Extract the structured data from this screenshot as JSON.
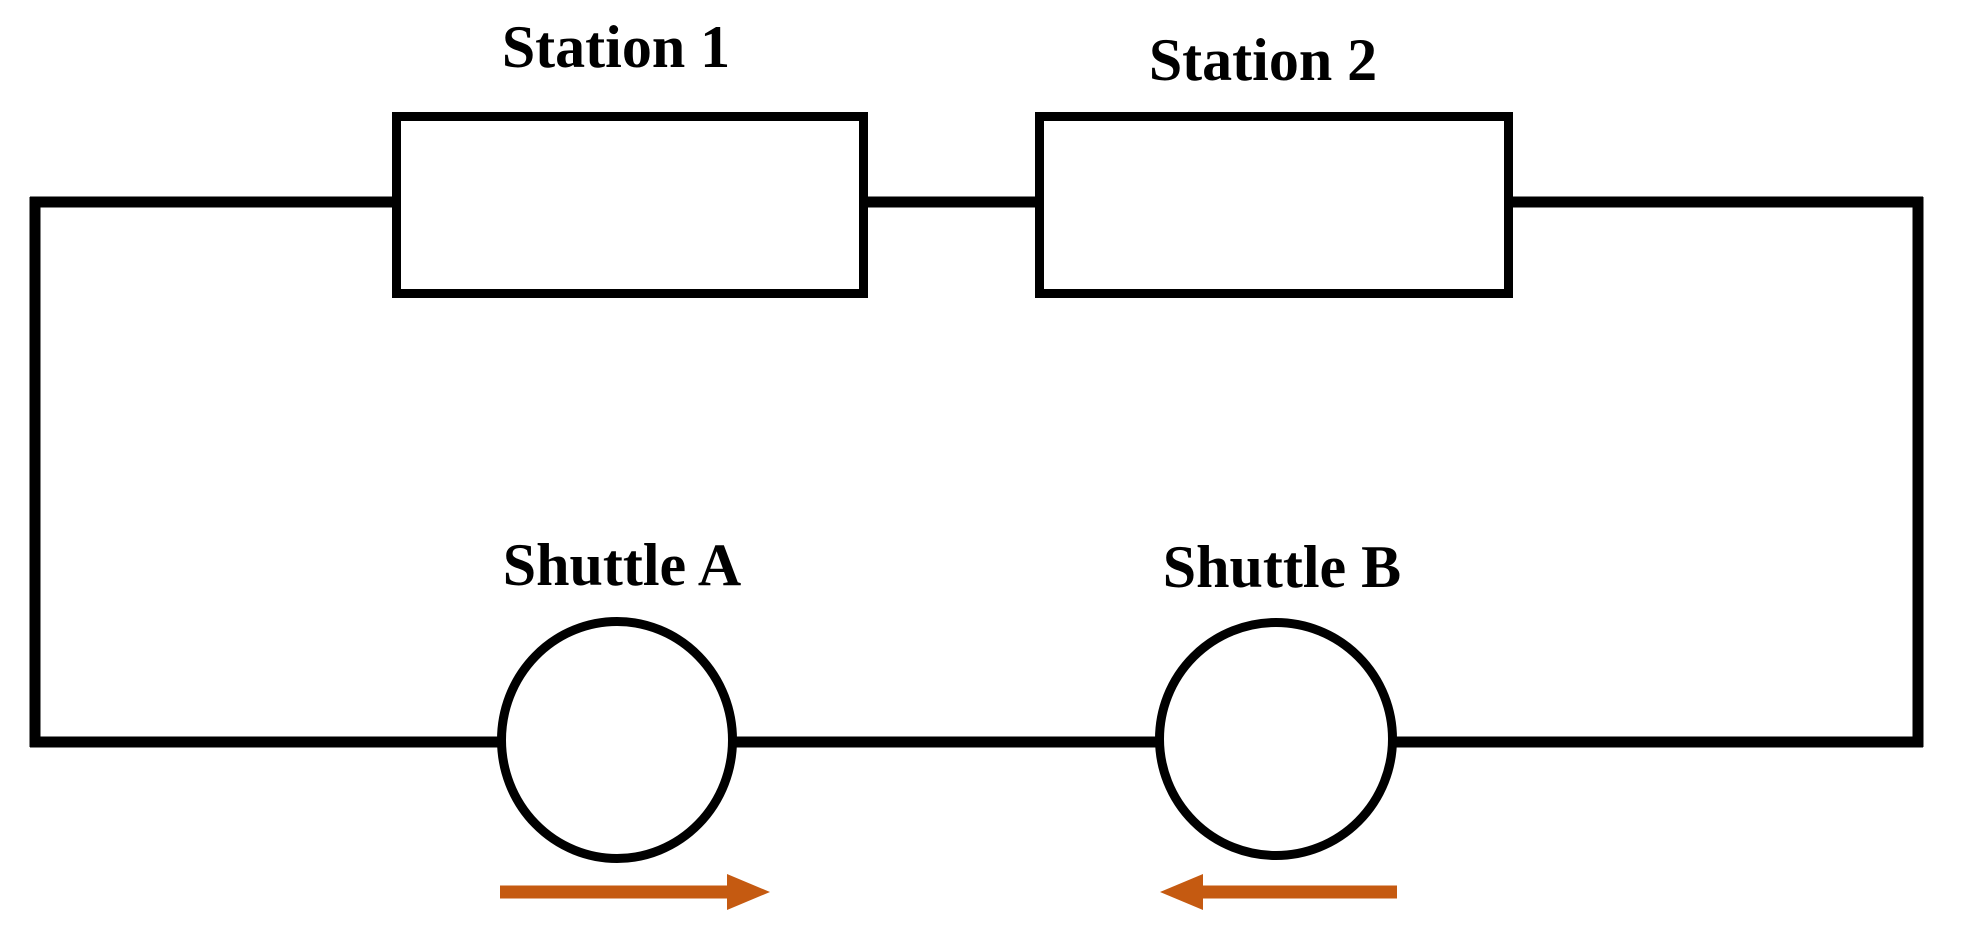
{
  "diagram": {
    "stations": [
      {
        "label": "Station 1"
      },
      {
        "label": "Station 2"
      }
    ],
    "shuttles": [
      {
        "label": "Shuttle A",
        "direction": "right"
      },
      {
        "label": "Shuttle B",
        "direction": "left"
      }
    ],
    "colors": {
      "line": "#000000",
      "arrow": "#C55A11",
      "background": "#FFFFFF"
    }
  }
}
